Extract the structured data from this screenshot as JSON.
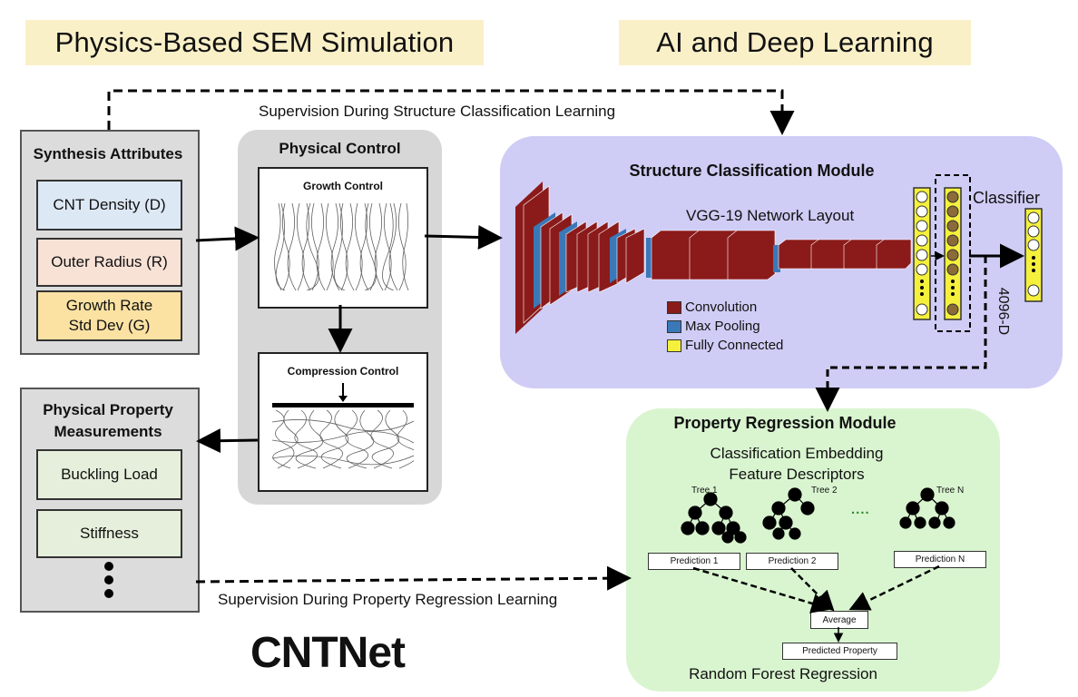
{
  "headers": {
    "left": "Physics-Based SEM Simulation",
    "right": "AI and Deep Learning"
  },
  "supervision": {
    "structure": "Supervision During Structure Classification Learning",
    "property": "Supervision During Property Regression Learning"
  },
  "synthesis": {
    "title": "Synthesis Attributes",
    "items": [
      "CNT Density (D)",
      "Outer Radius (R)",
      "Growth Rate\nStd Dev (G)"
    ]
  },
  "physical_control": {
    "title": "Physical Control",
    "growth": "Growth Control",
    "compression": "Compression Control"
  },
  "measurements": {
    "title": "Physical Property\nMeasurements",
    "items": [
      "Buckling Load",
      "Stiffness"
    ]
  },
  "structure_module": {
    "title": "Structure Classification Module",
    "network": "VGG-19 Network Layout",
    "classifier": "Classifier",
    "dim": "4096-D",
    "legend": [
      {
        "label": "Convolution",
        "color": "#8b1a1a"
      },
      {
        "label": "Max Pooling",
        "color": "#3a78b8"
      },
      {
        "label": "Fully Connected",
        "color": "#f5f03c"
      }
    ]
  },
  "regression_module": {
    "title": "Property Regression Module",
    "subtitle_line1": "Classification Embedding",
    "subtitle_line2": "Feature Descriptors",
    "trees": [
      "Tree 1",
      "Tree 2",
      "Tree N"
    ],
    "ellipsis": "....",
    "predictions": [
      "Prediction 1",
      "Prediction 2",
      "Prediction N"
    ],
    "average": "Average",
    "predicted": "Predicted Property",
    "footer": "Random Forest Regression"
  },
  "brand": "CNTNet",
  "colors": {
    "header_bg": "#faf0c8",
    "structure_bg": "#cfcdf5",
    "regression_bg": "#d9f5d0",
    "density_bg": "#dde8f5",
    "radius_bg": "#f8e2d6",
    "growth_bg": "#fbe2a3",
    "measure_bg": "#e6efdb",
    "conv": "#8b1a1a",
    "pool": "#3a78b8",
    "fc": "#f5f03c"
  }
}
